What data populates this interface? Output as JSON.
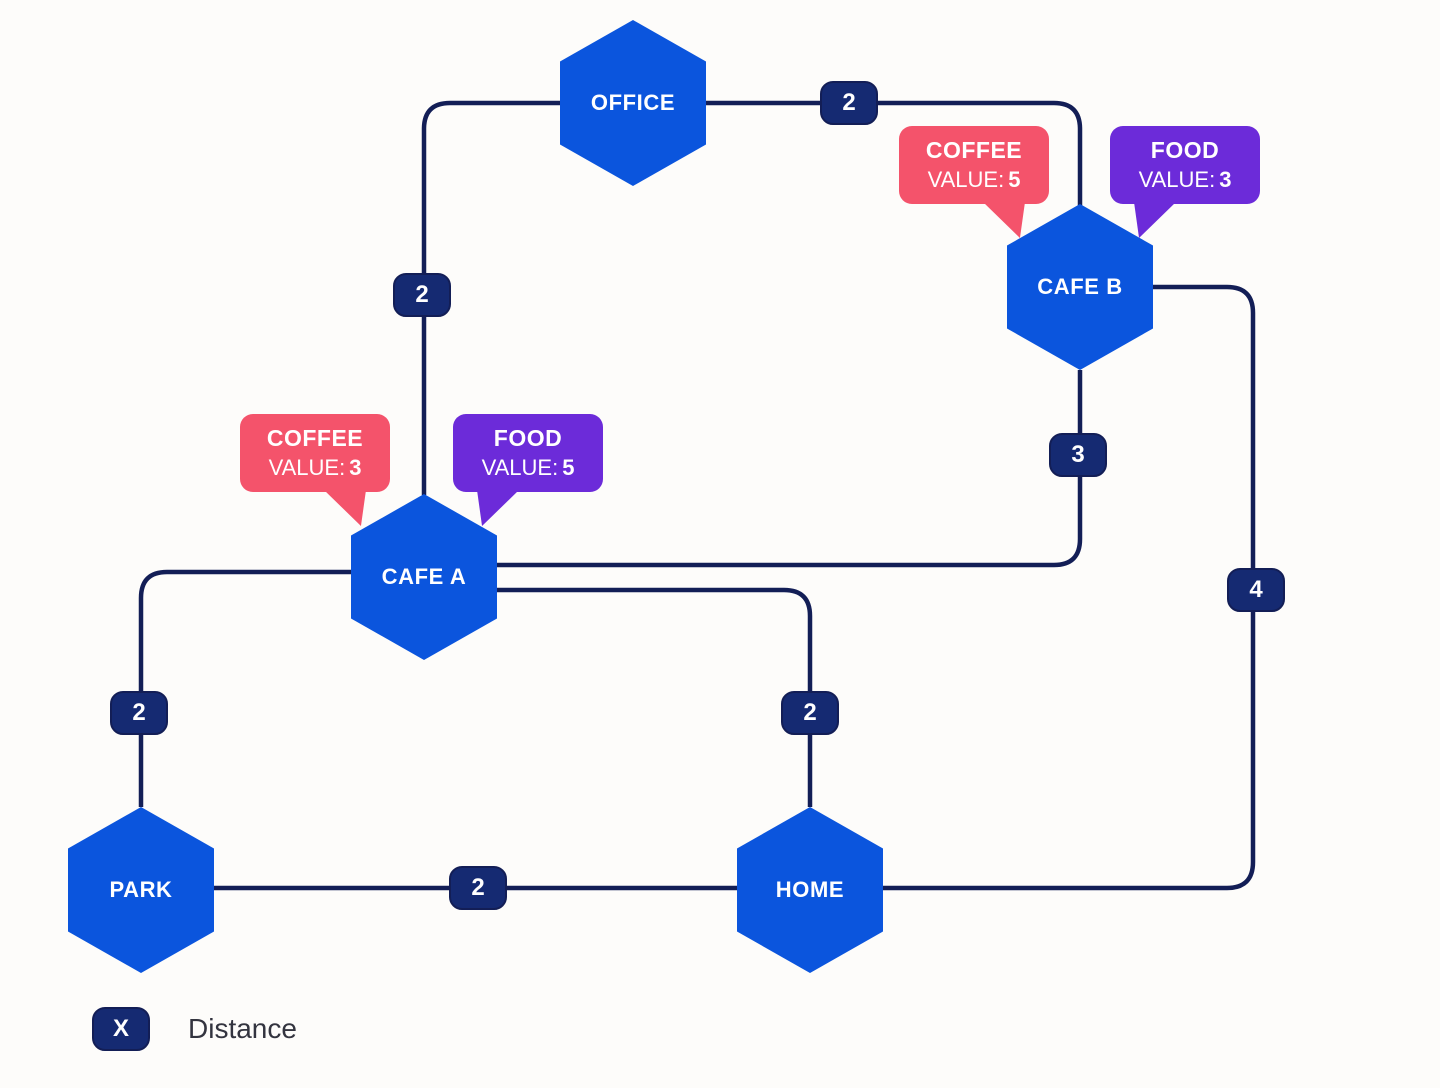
{
  "colors": {
    "node_blue": "#0b55dd",
    "edge_navy": "#131e56",
    "badge_navy": "#152a72",
    "coffee_pink": "#f4536b",
    "food_purple": "#6c2bd9",
    "background": "#fdfcfa"
  },
  "nodes": [
    {
      "id": "office",
      "label": "OFFICE"
    },
    {
      "id": "cafe-b",
      "label": "CAFE B"
    },
    {
      "id": "cafe-a",
      "label": "CAFE A"
    },
    {
      "id": "park",
      "label": "PARK"
    },
    {
      "id": "home",
      "label": "HOME"
    }
  ],
  "edges": [
    {
      "from": "office",
      "to": "cafe-b",
      "distance": "2"
    },
    {
      "from": "office",
      "to": "cafe-a",
      "distance": "2"
    },
    {
      "from": "cafe-b",
      "to": "cafe-a",
      "distance": "3"
    },
    {
      "from": "cafe-b",
      "to": "home",
      "distance": "4"
    },
    {
      "from": "cafe-a",
      "to": "park",
      "distance": "2"
    },
    {
      "from": "cafe-a",
      "to": "home",
      "distance": "2"
    },
    {
      "from": "park",
      "to": "home",
      "distance": "2"
    }
  ],
  "callouts": [
    {
      "node": "cafe-b",
      "type": "coffee",
      "title": "COFFEE",
      "value_label": "VALUE:",
      "value": "5"
    },
    {
      "node": "cafe-b",
      "type": "food",
      "title": "FOOD",
      "value_label": "VALUE:",
      "value": "3"
    },
    {
      "node": "cafe-a",
      "type": "coffee",
      "title": "COFFEE",
      "value_label": "VALUE:",
      "value": "3"
    },
    {
      "node": "cafe-a",
      "type": "food",
      "title": "FOOD",
      "value_label": "VALUE:",
      "value": "5"
    }
  ],
  "legend": {
    "symbol": "X",
    "label": "Distance"
  }
}
